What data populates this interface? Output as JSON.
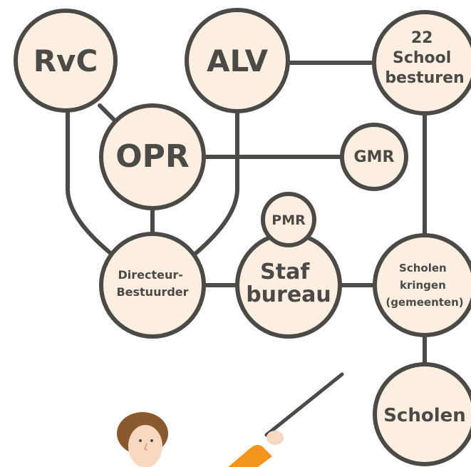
{
  "nodes": {
    "rvc": {
      "lines": [
        "RvC"
      ]
    },
    "alv": {
      "lines": [
        "ALV"
      ]
    },
    "schoolbesturen": {
      "lines": [
        "22",
        "School",
        "besturen"
      ]
    },
    "opr": {
      "lines": [
        "OPR"
      ]
    },
    "gmr": {
      "lines": [
        "GMR"
      ]
    },
    "pmr": {
      "lines": [
        "PMR"
      ]
    },
    "directeur": {
      "lines": [
        "Directeur-",
        "Bestuurder"
      ]
    },
    "stafbureau": {
      "lines": [
        "Staf",
        "bureau"
      ]
    },
    "scholenkringen": {
      "lines": [
        "Scholen",
        "kringen",
        "(gemeenten)"
      ]
    },
    "scholen": {
      "lines": [
        "Scholen"
      ]
    }
  },
  "colors": {
    "node_fill": "#fcefe1",
    "stroke": "#4b4a46",
    "text": "#4b4a46",
    "accent_orange": "#f4961e",
    "hair": "#8a5a2e",
    "skin": "#f7d9c2"
  },
  "illustration": "person-pointing-with-stick"
}
